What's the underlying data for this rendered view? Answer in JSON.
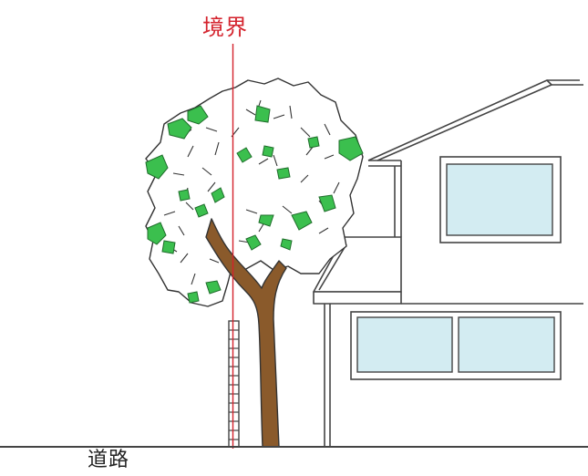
{
  "labels": {
    "boundary": "境界",
    "road": "道路"
  },
  "colors": {
    "boundary_line": "#d4222c",
    "leaf_green": "#3bbf4e",
    "trunk_brown": "#8a5a2b",
    "window_glass": "#d3ecf2",
    "outline": "#333333",
    "ground": "#444444"
  },
  "icons": {
    "tree": "tree-illustration",
    "house": "house-illustration",
    "fence": "fence-post"
  }
}
